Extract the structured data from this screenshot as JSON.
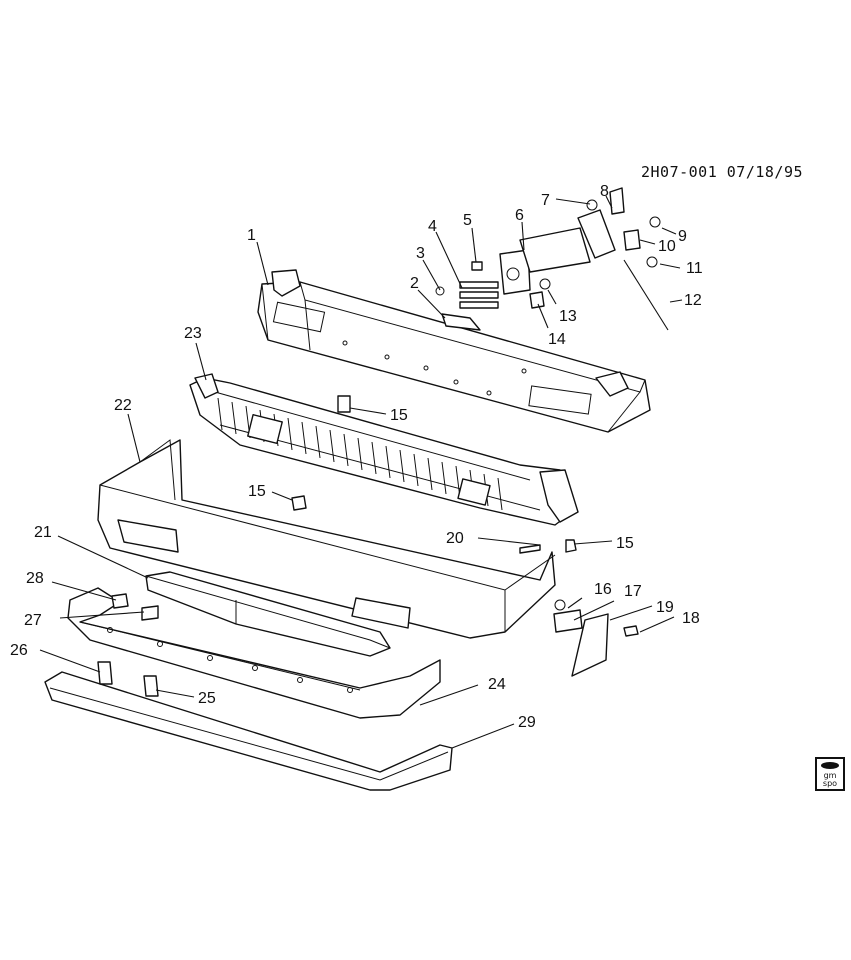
{
  "reference_code": "2H07-001 07/18/95",
  "logo": {
    "line1": "gm",
    "line2": "spo"
  },
  "callouts": [
    {
      "id": "1",
      "label": "1"
    },
    {
      "id": "2",
      "label": "2"
    },
    {
      "id": "3",
      "label": "3"
    },
    {
      "id": "4",
      "label": "4"
    },
    {
      "id": "5",
      "label": "5"
    },
    {
      "id": "6",
      "label": "6"
    },
    {
      "id": "7",
      "label": "7"
    },
    {
      "id": "8",
      "label": "8"
    },
    {
      "id": "9",
      "label": "9"
    },
    {
      "id": "10",
      "label": "10"
    },
    {
      "id": "11",
      "label": "11"
    },
    {
      "id": "12",
      "label": "12"
    },
    {
      "id": "13",
      "label": "13"
    },
    {
      "id": "14",
      "label": "14"
    },
    {
      "id": "15a",
      "label": "15"
    },
    {
      "id": "15b",
      "label": "15"
    },
    {
      "id": "15c",
      "label": "15"
    },
    {
      "id": "16",
      "label": "16"
    },
    {
      "id": "17",
      "label": "17"
    },
    {
      "id": "18",
      "label": "18"
    },
    {
      "id": "19",
      "label": "19"
    },
    {
      "id": "20",
      "label": "20"
    },
    {
      "id": "21",
      "label": "21"
    },
    {
      "id": "22",
      "label": "22"
    },
    {
      "id": "23",
      "label": "23"
    },
    {
      "id": "24",
      "label": "24"
    },
    {
      "id": "25",
      "label": "25"
    },
    {
      "id": "26",
      "label": "26"
    },
    {
      "id": "27",
      "label": "27"
    },
    {
      "id": "28",
      "label": "28"
    },
    {
      "id": "29",
      "label": "29"
    }
  ]
}
